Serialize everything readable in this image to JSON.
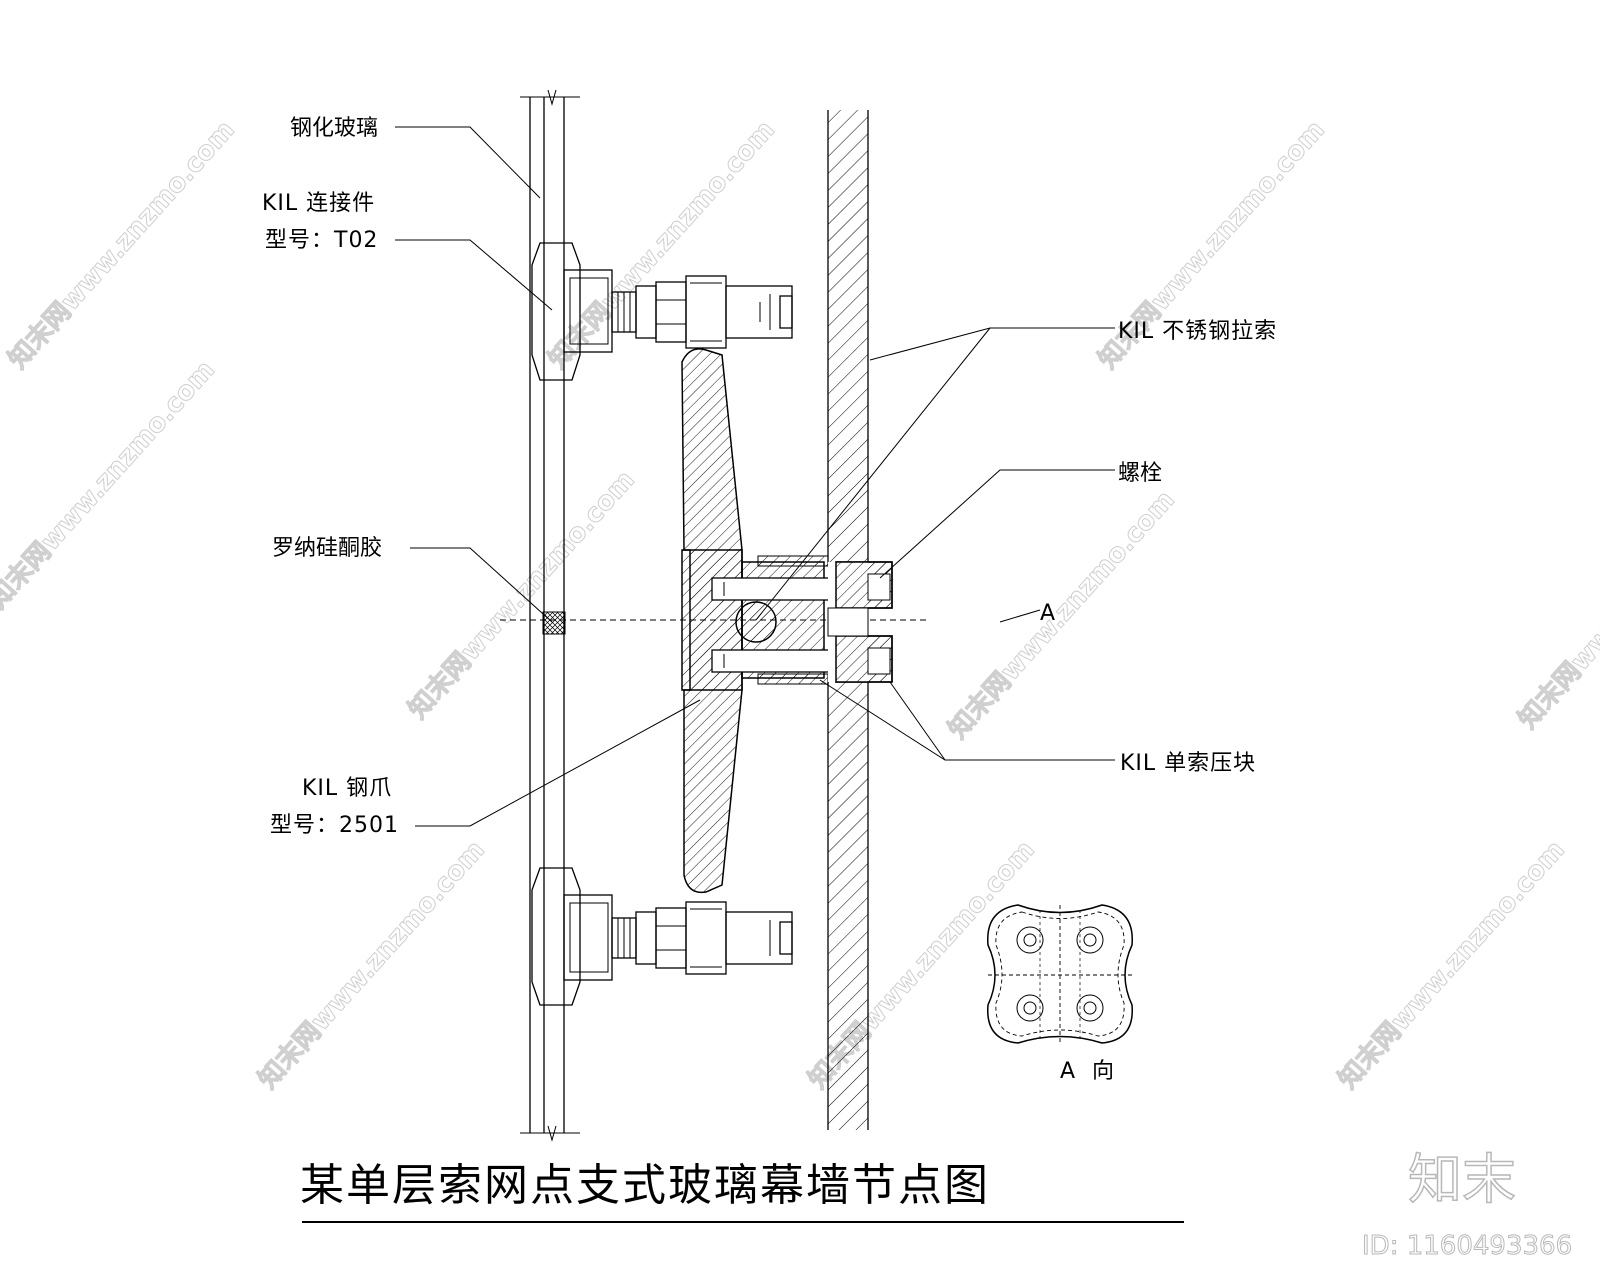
{
  "title": "某单层索网点支式玻璃幕墙节点图",
  "labels": {
    "tempered_glass": "钢化玻璃",
    "connector_line1": "KIL 连接件",
    "connector_line2": "型号：T02",
    "sealant": "罗纳硅酮胶",
    "claw_line1": "KIL 钢爪",
    "claw_line2": "型号：2501",
    "cable": "KIL 不锈钢拉索",
    "bolt": "螺栓",
    "clamp": "KIL  单索压块",
    "view_marker": "A",
    "view_caption": "A  向"
  },
  "watermark": {
    "text": "知末网www.znzmo.com",
    "brand": "知末",
    "id_text": "ID: 1160493366"
  },
  "colors": {
    "line": "#000000",
    "background": "#ffffff",
    "watermark": "#cfcfcf"
  }
}
